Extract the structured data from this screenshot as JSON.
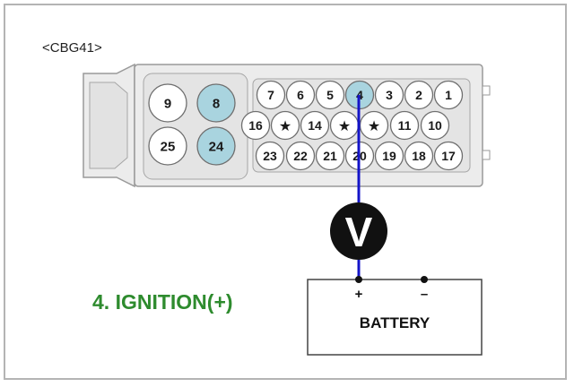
{
  "connector": {
    "name": "<CBG41>",
    "large_pins": [
      {
        "label": "9",
        "highlight": false
      },
      {
        "label": "8",
        "highlight": true
      },
      {
        "label": "25",
        "highlight": false
      },
      {
        "label": "24",
        "highlight": true
      }
    ],
    "row1": [
      {
        "label": "7",
        "highlight": false
      },
      {
        "label": "6",
        "highlight": false
      },
      {
        "label": "5",
        "highlight": false
      },
      {
        "label": "4",
        "highlight": true
      },
      {
        "label": "3",
        "highlight": false
      },
      {
        "label": "2",
        "highlight": false
      },
      {
        "label": "1",
        "highlight": false
      }
    ],
    "row2": [
      {
        "label": "16",
        "highlight": false
      },
      {
        "label": "★",
        "highlight": false
      },
      {
        "label": "14",
        "highlight": false
      },
      {
        "label": "★",
        "highlight": false
      },
      {
        "label": "★",
        "highlight": false
      },
      {
        "label": "11",
        "highlight": false
      },
      {
        "label": "10",
        "highlight": false
      }
    ],
    "row3": [
      {
        "label": "23",
        "highlight": false
      },
      {
        "label": "22",
        "highlight": false
      },
      {
        "label": "21",
        "highlight": false
      },
      {
        "label": "20",
        "highlight": false
      },
      {
        "label": "19",
        "highlight": false
      },
      {
        "label": "18",
        "highlight": false
      },
      {
        "label": "17",
        "highlight": false
      }
    ]
  },
  "meter": {
    "symbol": "V"
  },
  "battery": {
    "label": "BATTERY",
    "positive": "+",
    "negative": "–"
  },
  "step_label": "4. IGNITION(+)",
  "colors": {
    "pin_highlight": "#a9d4df",
    "pin_normal": "#ffffff",
    "connector_fill": "#ececec",
    "probe_wire": "#1414c8",
    "step_label": "#2e8b2e"
  }
}
